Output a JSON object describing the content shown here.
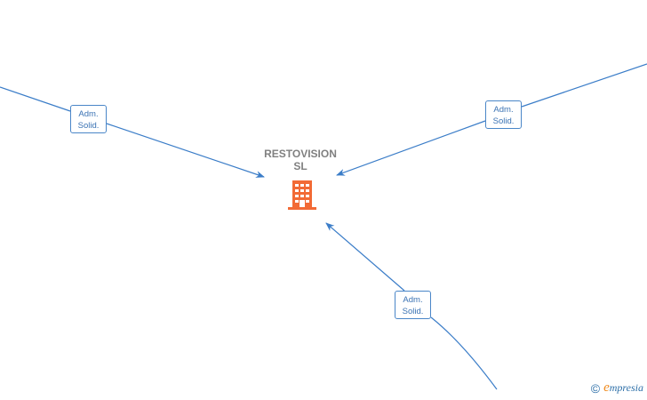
{
  "company": {
    "name_line1": "RESTOVISION",
    "name_line2": "SL",
    "icon": "building-icon",
    "icon_color": "#f26a35"
  },
  "relations": [
    {
      "id": "left",
      "line1": "Adm.",
      "line2": "Solid."
    },
    {
      "id": "right",
      "line1": "Adm.",
      "line2": "Solid."
    },
    {
      "id": "bottom",
      "line1": "Adm.",
      "line2": "Solid."
    }
  ],
  "colors": {
    "edge": "#3b7dc8",
    "label_border": "#4a86c8",
    "label_text": "#3b73b4"
  },
  "watermark": {
    "symbol": "©",
    "brand_initial": "e",
    "brand_rest": "mpresia"
  }
}
